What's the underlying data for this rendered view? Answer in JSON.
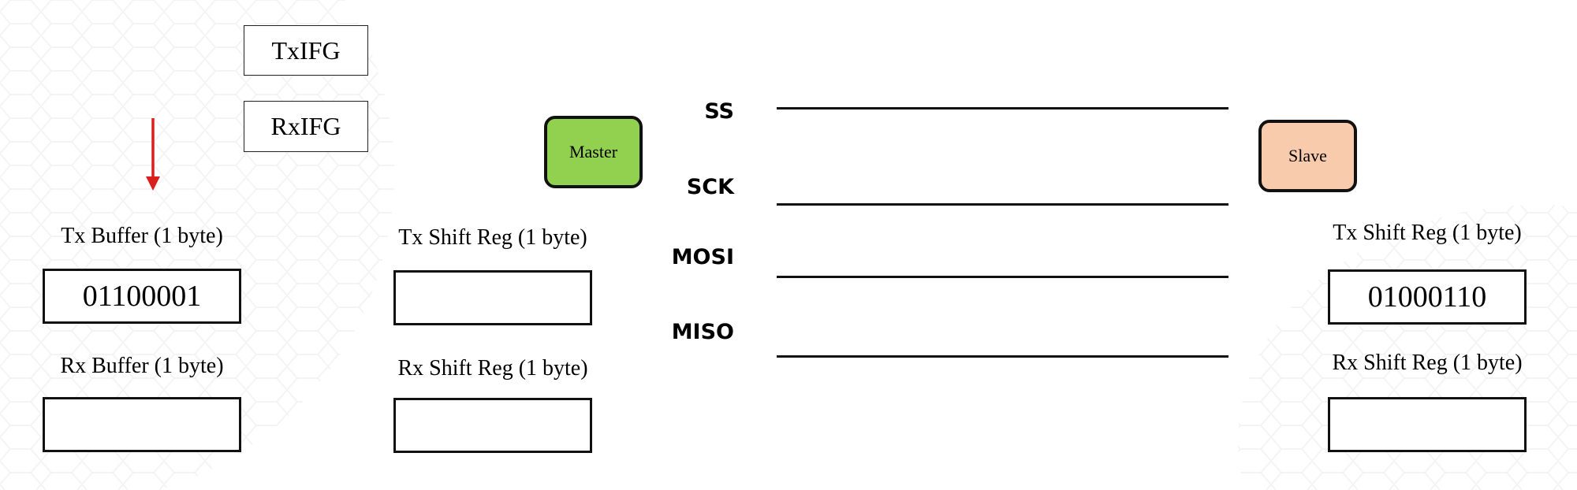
{
  "flags": {
    "tx_ifg": "TxIFG",
    "rx_ifg": "RxIFG"
  },
  "master": {
    "label": "Master",
    "color": "#92D050",
    "tx_buffer": {
      "label": "Tx Buffer (1 byte)",
      "value": "01100001"
    },
    "rx_buffer": {
      "label": "Rx Buffer (1 byte)",
      "value": ""
    },
    "tx_shift_reg": {
      "label": "Tx Shift Reg (1 byte)",
      "value": ""
    },
    "rx_shift_reg": {
      "label": "Rx Shift Reg (1 byte)",
      "value": ""
    }
  },
  "slave": {
    "label": "Slave",
    "color": "#F8CBAD",
    "tx_shift_reg": {
      "label": "Tx Shift Reg (1 byte)",
      "value": "01000110"
    },
    "rx_shift_reg": {
      "label": "Rx Shift Reg (1 byte)",
      "value": ""
    }
  },
  "signals": {
    "ss": "SS",
    "sck": "SCK",
    "mosi": "MOSI",
    "miso": "MISO"
  },
  "arrow_color": "#D9201C"
}
